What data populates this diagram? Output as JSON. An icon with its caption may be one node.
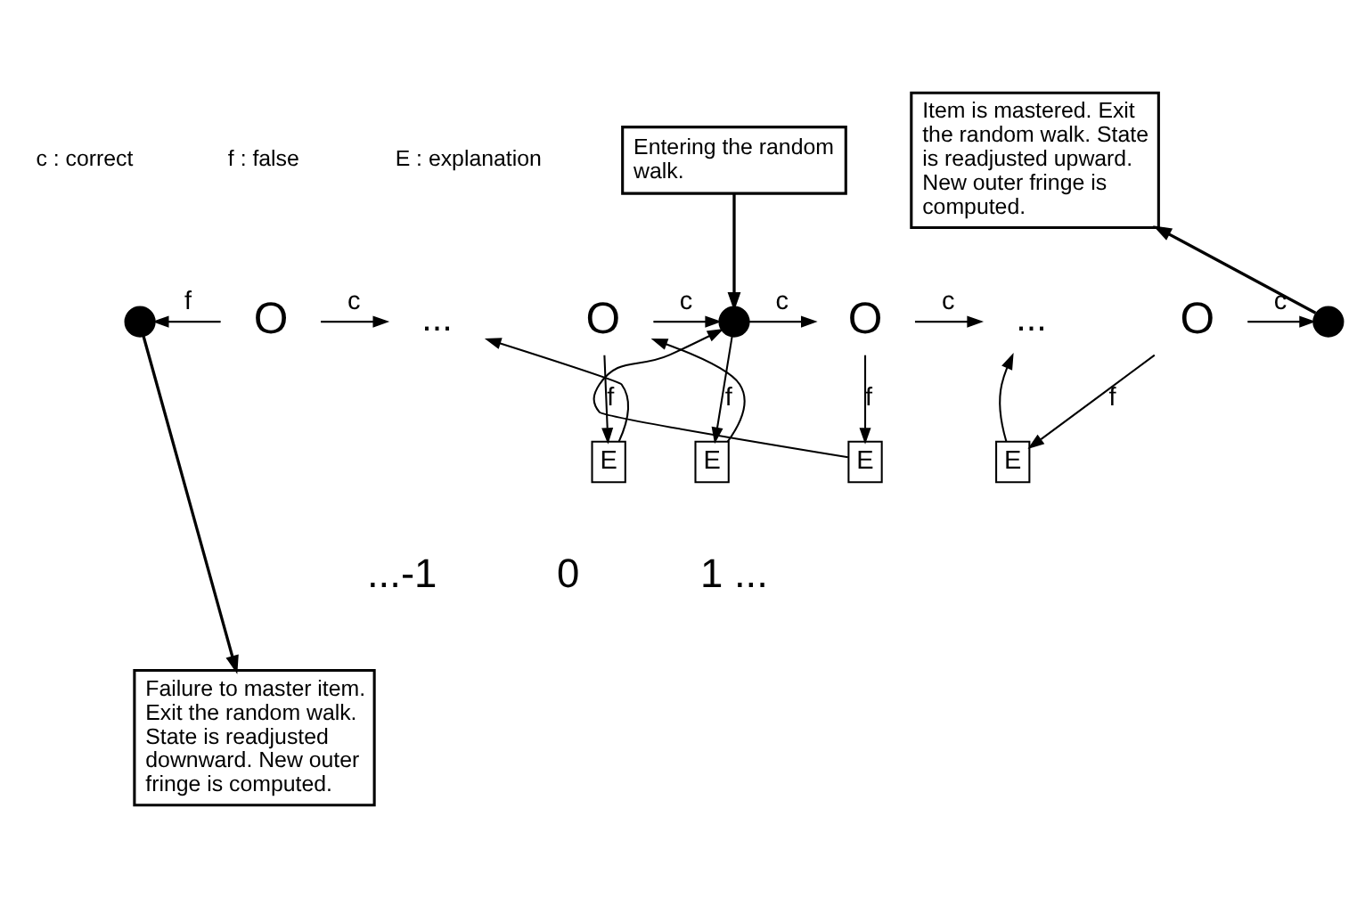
{
  "diagram": {
    "nodes": [
      {
        "text": [
          "Entering the random walk."
        ]
      },
      {
        "text": [
          "Item is mastered. Exit the random walk. State is readjusted upward. New outer fringe is computed."
        ]
      },
      {
        "text": [],
        "shape": "circle"
      },
      {
        "text": [
          "O"
        ]
      },
      {
        "text": [
          "..."
        ]
      },
      {
        "text": [
          "O"
        ]
      },
      {
        "text": [],
        "shape": "circle"
      },
      {
        "text": [
          "O"
        ]
      },
      {
        "text": [
          "..."
        ]
      },
      {
        "text": [
          "O"
        ]
      },
      {
        "text": [],
        "shape": "circle"
      },
      {
        "text": [
          "E"
        ]
      },
      {
        "text": [
          "E"
        ]
      },
      {
        "text": [
          "E"
        ]
      },
      {
        "text": [
          "E"
        ]
      },
      {
        "text": [
          "Failure to master item. Exit the random walk. State is readjusted downward. New outer fringe is computed."
        ]
      }
    ],
    "edges": [
      {
        "from": 0,
        "to": 6,
        "arrow": "to"
      },
      {
        "from": 10,
        "to": 1,
        "arrow": "to"
      },
      {
        "from": 2,
        "to": 15,
        "arrow": "to"
      },
      {
        "from": 3,
        "to": 4,
        "arrow": "to",
        "label": "c"
      },
      {
        "from": 3,
        "to": 2,
        "arrow": "to",
        "label": "f"
      },
      {
        "from": 5,
        "to": 6,
        "arrow": "to",
        "label": "c"
      },
      {
        "from": 5,
        "to": 11,
        "arrow": "to",
        "label": "f"
      },
      {
        "from": 11,
        "to": 4,
        "arrow": "to"
      },
      {
        "from": 6,
        "to": 7,
        "arrow": "to",
        "label": "c"
      },
      {
        "from": 6,
        "to": 12,
        "arrow": "to",
        "label": "f"
      },
      {
        "from": 12,
        "to": 5,
        "arrow": "to"
      },
      {
        "from": 7,
        "to": 8,
        "arrow": "to",
        "label": "c"
      },
      {
        "from": 7,
        "to": 13,
        "arrow": "to",
        "label": "f"
      },
      {
        "from": 13,
        "to": 6,
        "arrow": "to"
      },
      {
        "from": 9,
        "to": 10,
        "arrow": "to",
        "label": "c"
      },
      {
        "from": 9,
        "to": 14,
        "arrow": "to",
        "label": "f"
      },
      {
        "from": 14,
        "to": 8,
        "arrow": "to"
      }
    ],
    "labels": [
      "c : correct",
      "f : false",
      "E : explanation",
      "...-1",
      "0",
      "1 ..."
    ]
  }
}
